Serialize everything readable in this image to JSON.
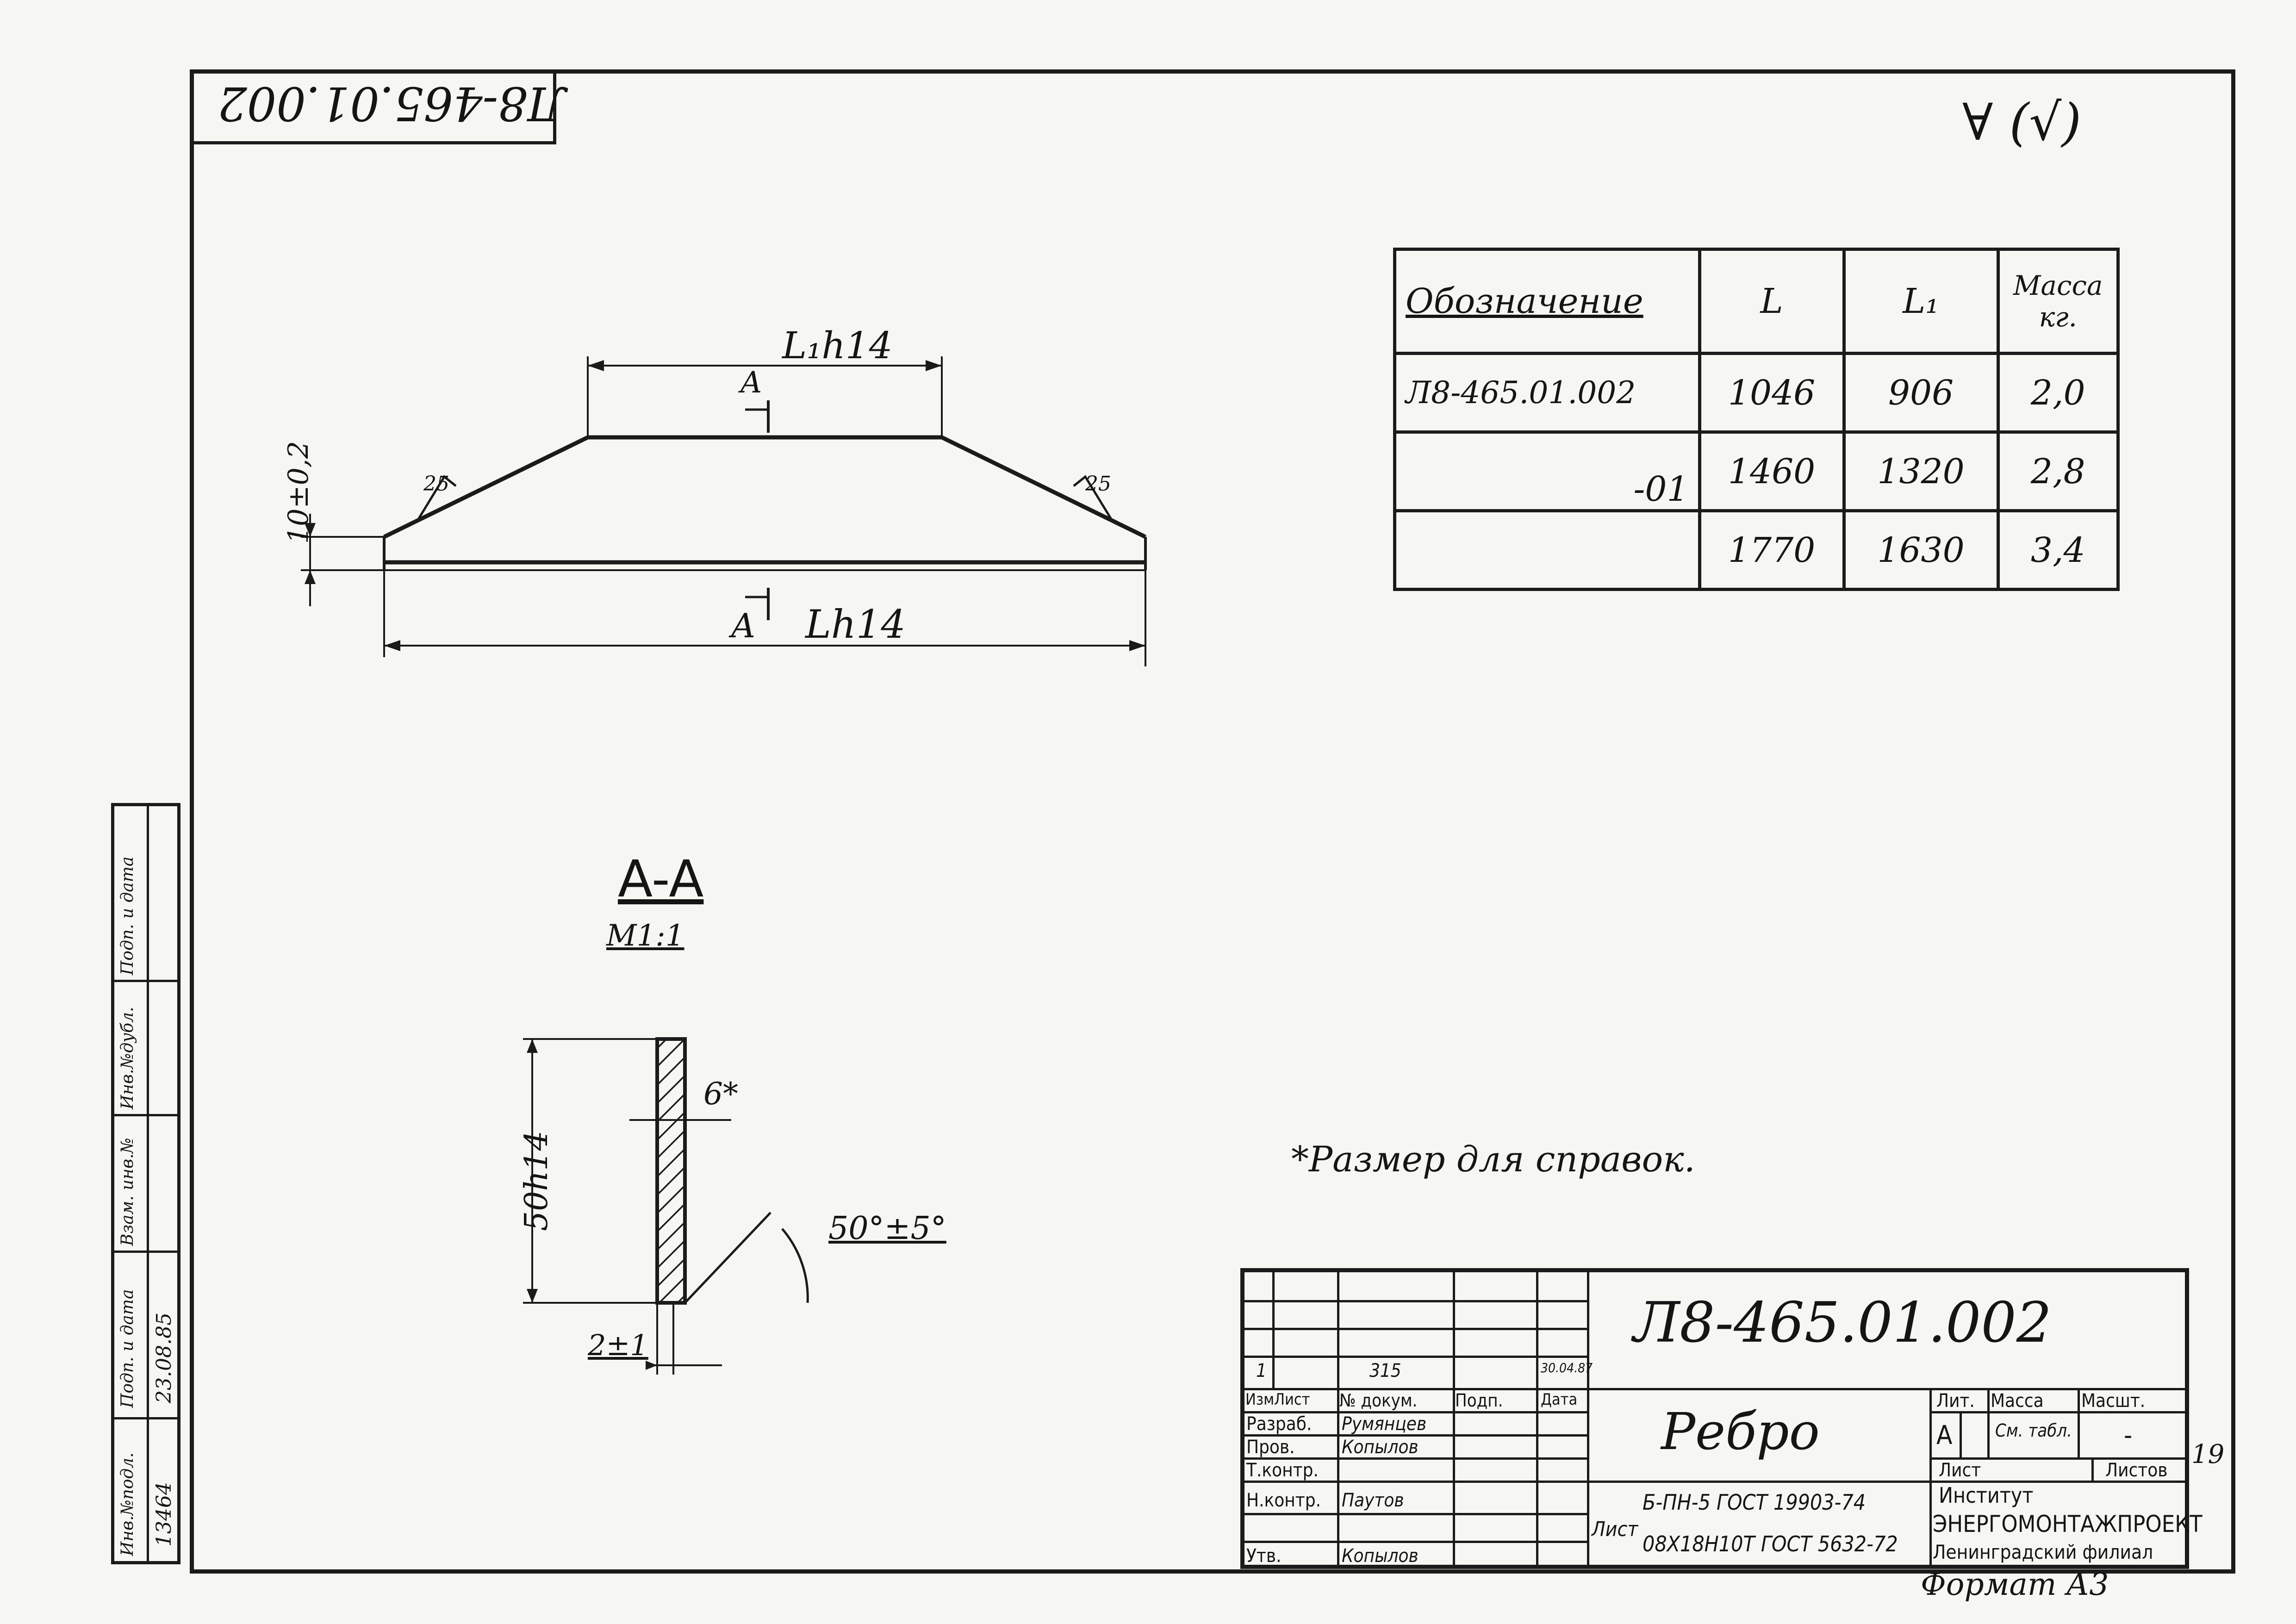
{
  "stamp_top": "Л8-465.01.002",
  "roughness": "∀ (√)",
  "drawing": {
    "dim_top": "L₁h14",
    "dim_bottom": "Lh14",
    "section_mark": "A",
    "height_dim": "10±0,2",
    "weld_left": "25",
    "weld_right": "25"
  },
  "section": {
    "title": "A-A",
    "scale": "M1:1",
    "height": "50h14",
    "thickness": "6*",
    "gap": "2±1",
    "angle": "50°±5°"
  },
  "note": "*Размер для справок.",
  "spec_table": {
    "headers": [
      "Обозначение",
      "L",
      "L₁",
      "Масса кг."
    ],
    "rows": [
      [
        "Л8-465.01.002",
        "1046",
        "906",
        "2,0"
      ],
      [
        "-01",
        "1460",
        "1320",
        "2,8"
      ],
      [
        "",
        "1770",
        "1630",
        "3,4"
      ]
    ]
  },
  "title_block": {
    "doc_number": "Л8-465.01.002",
    "name": "Ребро",
    "change_row": [
      "1",
      "315",
      "",
      "30.04.87"
    ],
    "col_headers": [
      "Изм",
      "Лист",
      "№ докум.",
      "Подп.",
      "Дата"
    ],
    "roles": [
      "Разраб.",
      "Пров.",
      "Т.контр.",
      "Н.контр.",
      "Утв."
    ],
    "persons": [
      "Румянцев",
      "Копылов",
      "",
      "Паутов",
      "Копылов"
    ],
    "lit_label": "Лит.",
    "mass_label": "Масса",
    "scale_label": "Масшт.",
    "lit_value": "А",
    "mass_value": "См. табл.",
    "scale_value": "-",
    "sheet_label": "Лист",
    "sheets_label": "Листов",
    "material_prefix": "Лист",
    "material_1": "Б-ПН-5 ГОСТ 19903-74",
    "material_2": "08Х18Н10Т ГОСТ 5632-72",
    "org_1": "Институт",
    "org_2": "ЭНЕРГОМОНТАЖПРОЕКТ",
    "org_3": "Ленинградский филиал",
    "sheet_no": "19"
  },
  "side_stamp": {
    "labels": [
      "Инв.№подл.",
      "Подп. и дата",
      "Взам. инв.№",
      "Инв.№дубл.",
      "Подп. и дата"
    ],
    "inv_value": "13464",
    "date_value": "23.08.85"
  },
  "format": "Формат А3"
}
